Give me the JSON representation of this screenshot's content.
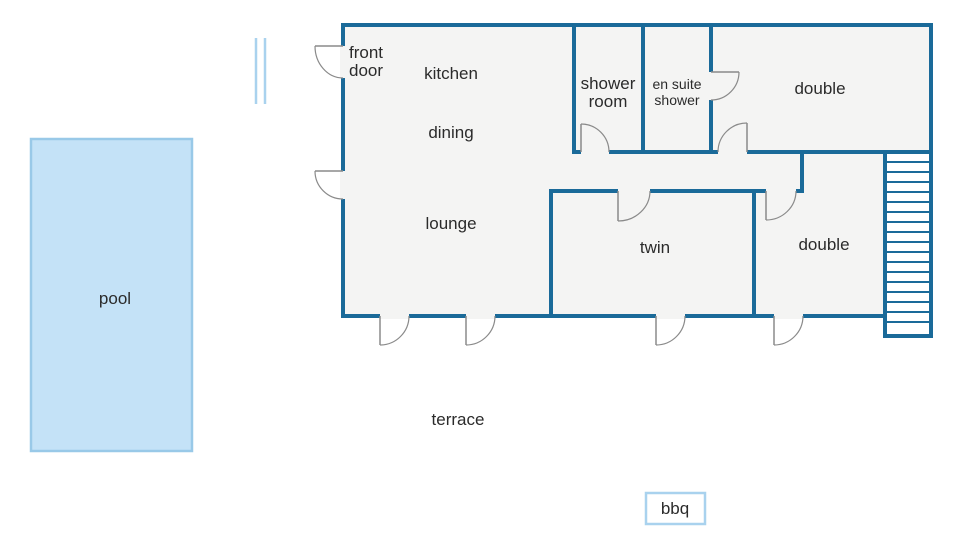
{
  "labels": {
    "pool": "pool",
    "front_door_line1": "front",
    "front_door_line2": "door",
    "kitchen": "kitchen",
    "dining": "dining",
    "lounge": "lounge",
    "shower_room_line1": "shower",
    "shower_room_line2": "room",
    "en_suite_line1": "en suite",
    "en_suite_line2": "shower",
    "double_top": "double",
    "twin": "twin",
    "double_bottom": "double",
    "terrace": "terrace",
    "bbq": "bbq"
  },
  "colors": {
    "wall": "#1a6a99",
    "floor": "#f4f4f3",
    "pool_fill": "#c4e2f7",
    "pool_border": "#99c9e8",
    "door": "#8a8a8a"
  }
}
